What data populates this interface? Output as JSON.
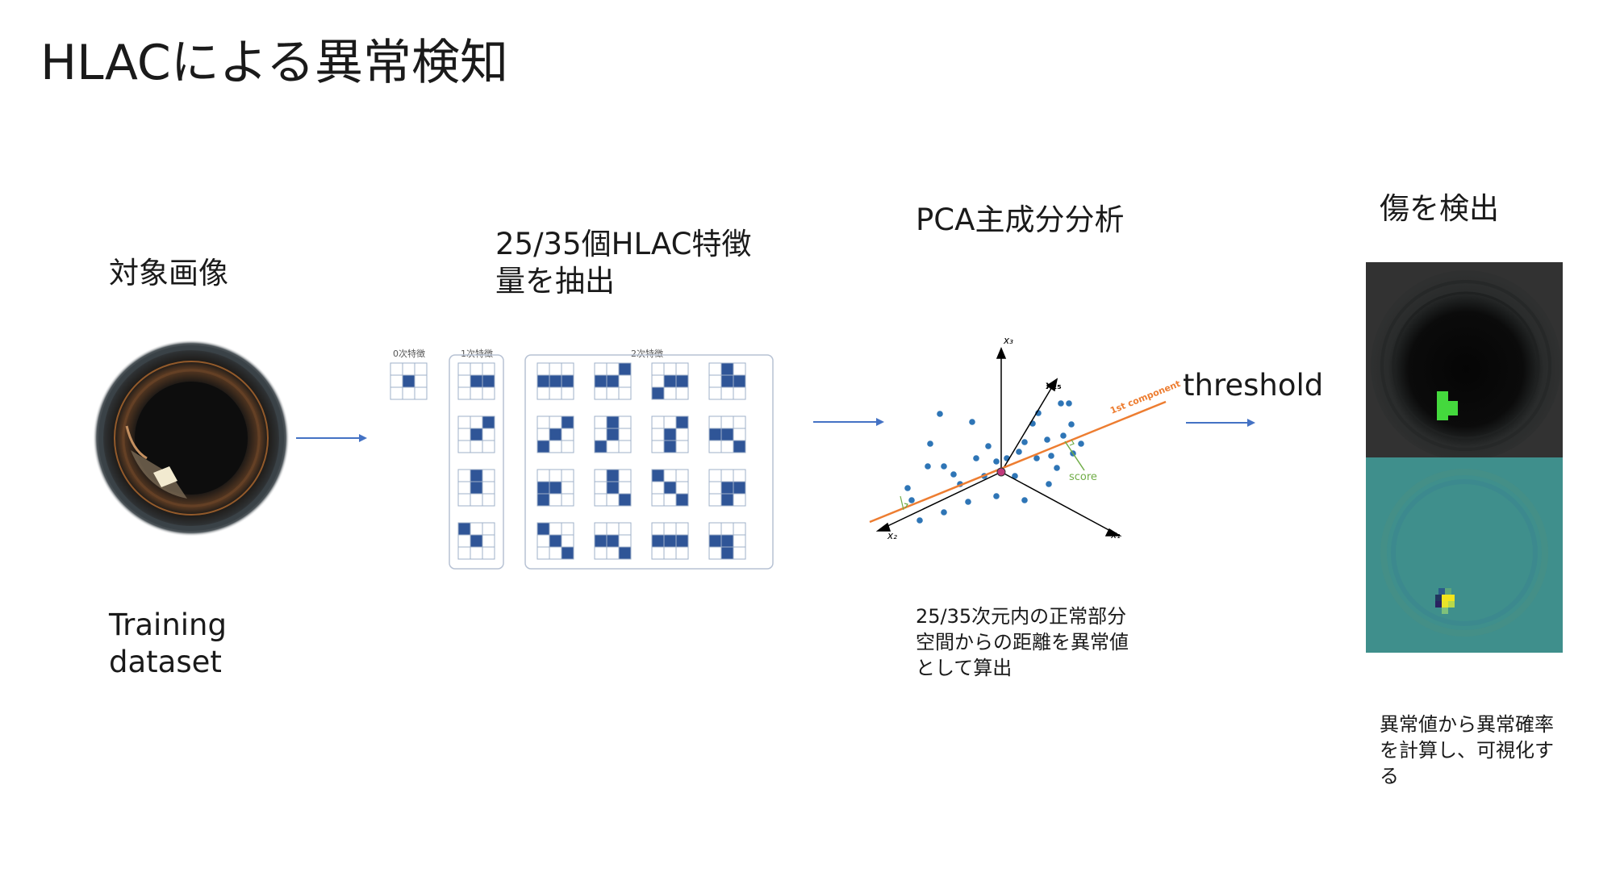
{
  "title": "HLACによる異常検知",
  "steps": {
    "target": {
      "heading": "対象画像",
      "caption_line1": "Training",
      "caption_line2": "dataset"
    },
    "features": {
      "heading_line1": "25/35個HLAC特徴",
      "heading_line2": "量を抽出",
      "group0": "0次特徴",
      "group1": "1次特徴",
      "group2": "2次特徴"
    },
    "pca": {
      "heading": "PCA主成分分析",
      "axis_x1": "x₁",
      "axis_x2": "x₂",
      "axis_x3": "x₃",
      "axis_x25": "x₂₅",
      "component_label": "1st component",
      "score_label": "score",
      "note_line1": "25/35次元内の正常部分",
      "note_line2": "空間からの距離を異常値",
      "note_line3": "として算出"
    },
    "threshold": {
      "label": "threshold"
    },
    "detect": {
      "heading": "傷を検出",
      "note_line1": "異常値から異常確率",
      "note_line2": "を計算し、可視化す",
      "note_line3": "る"
    }
  },
  "colors": {
    "arrow": "#4472c4",
    "cell": "#2f5597",
    "component": "#ed7d31",
    "score": "#70ad47",
    "points": "#2e75b6"
  }
}
